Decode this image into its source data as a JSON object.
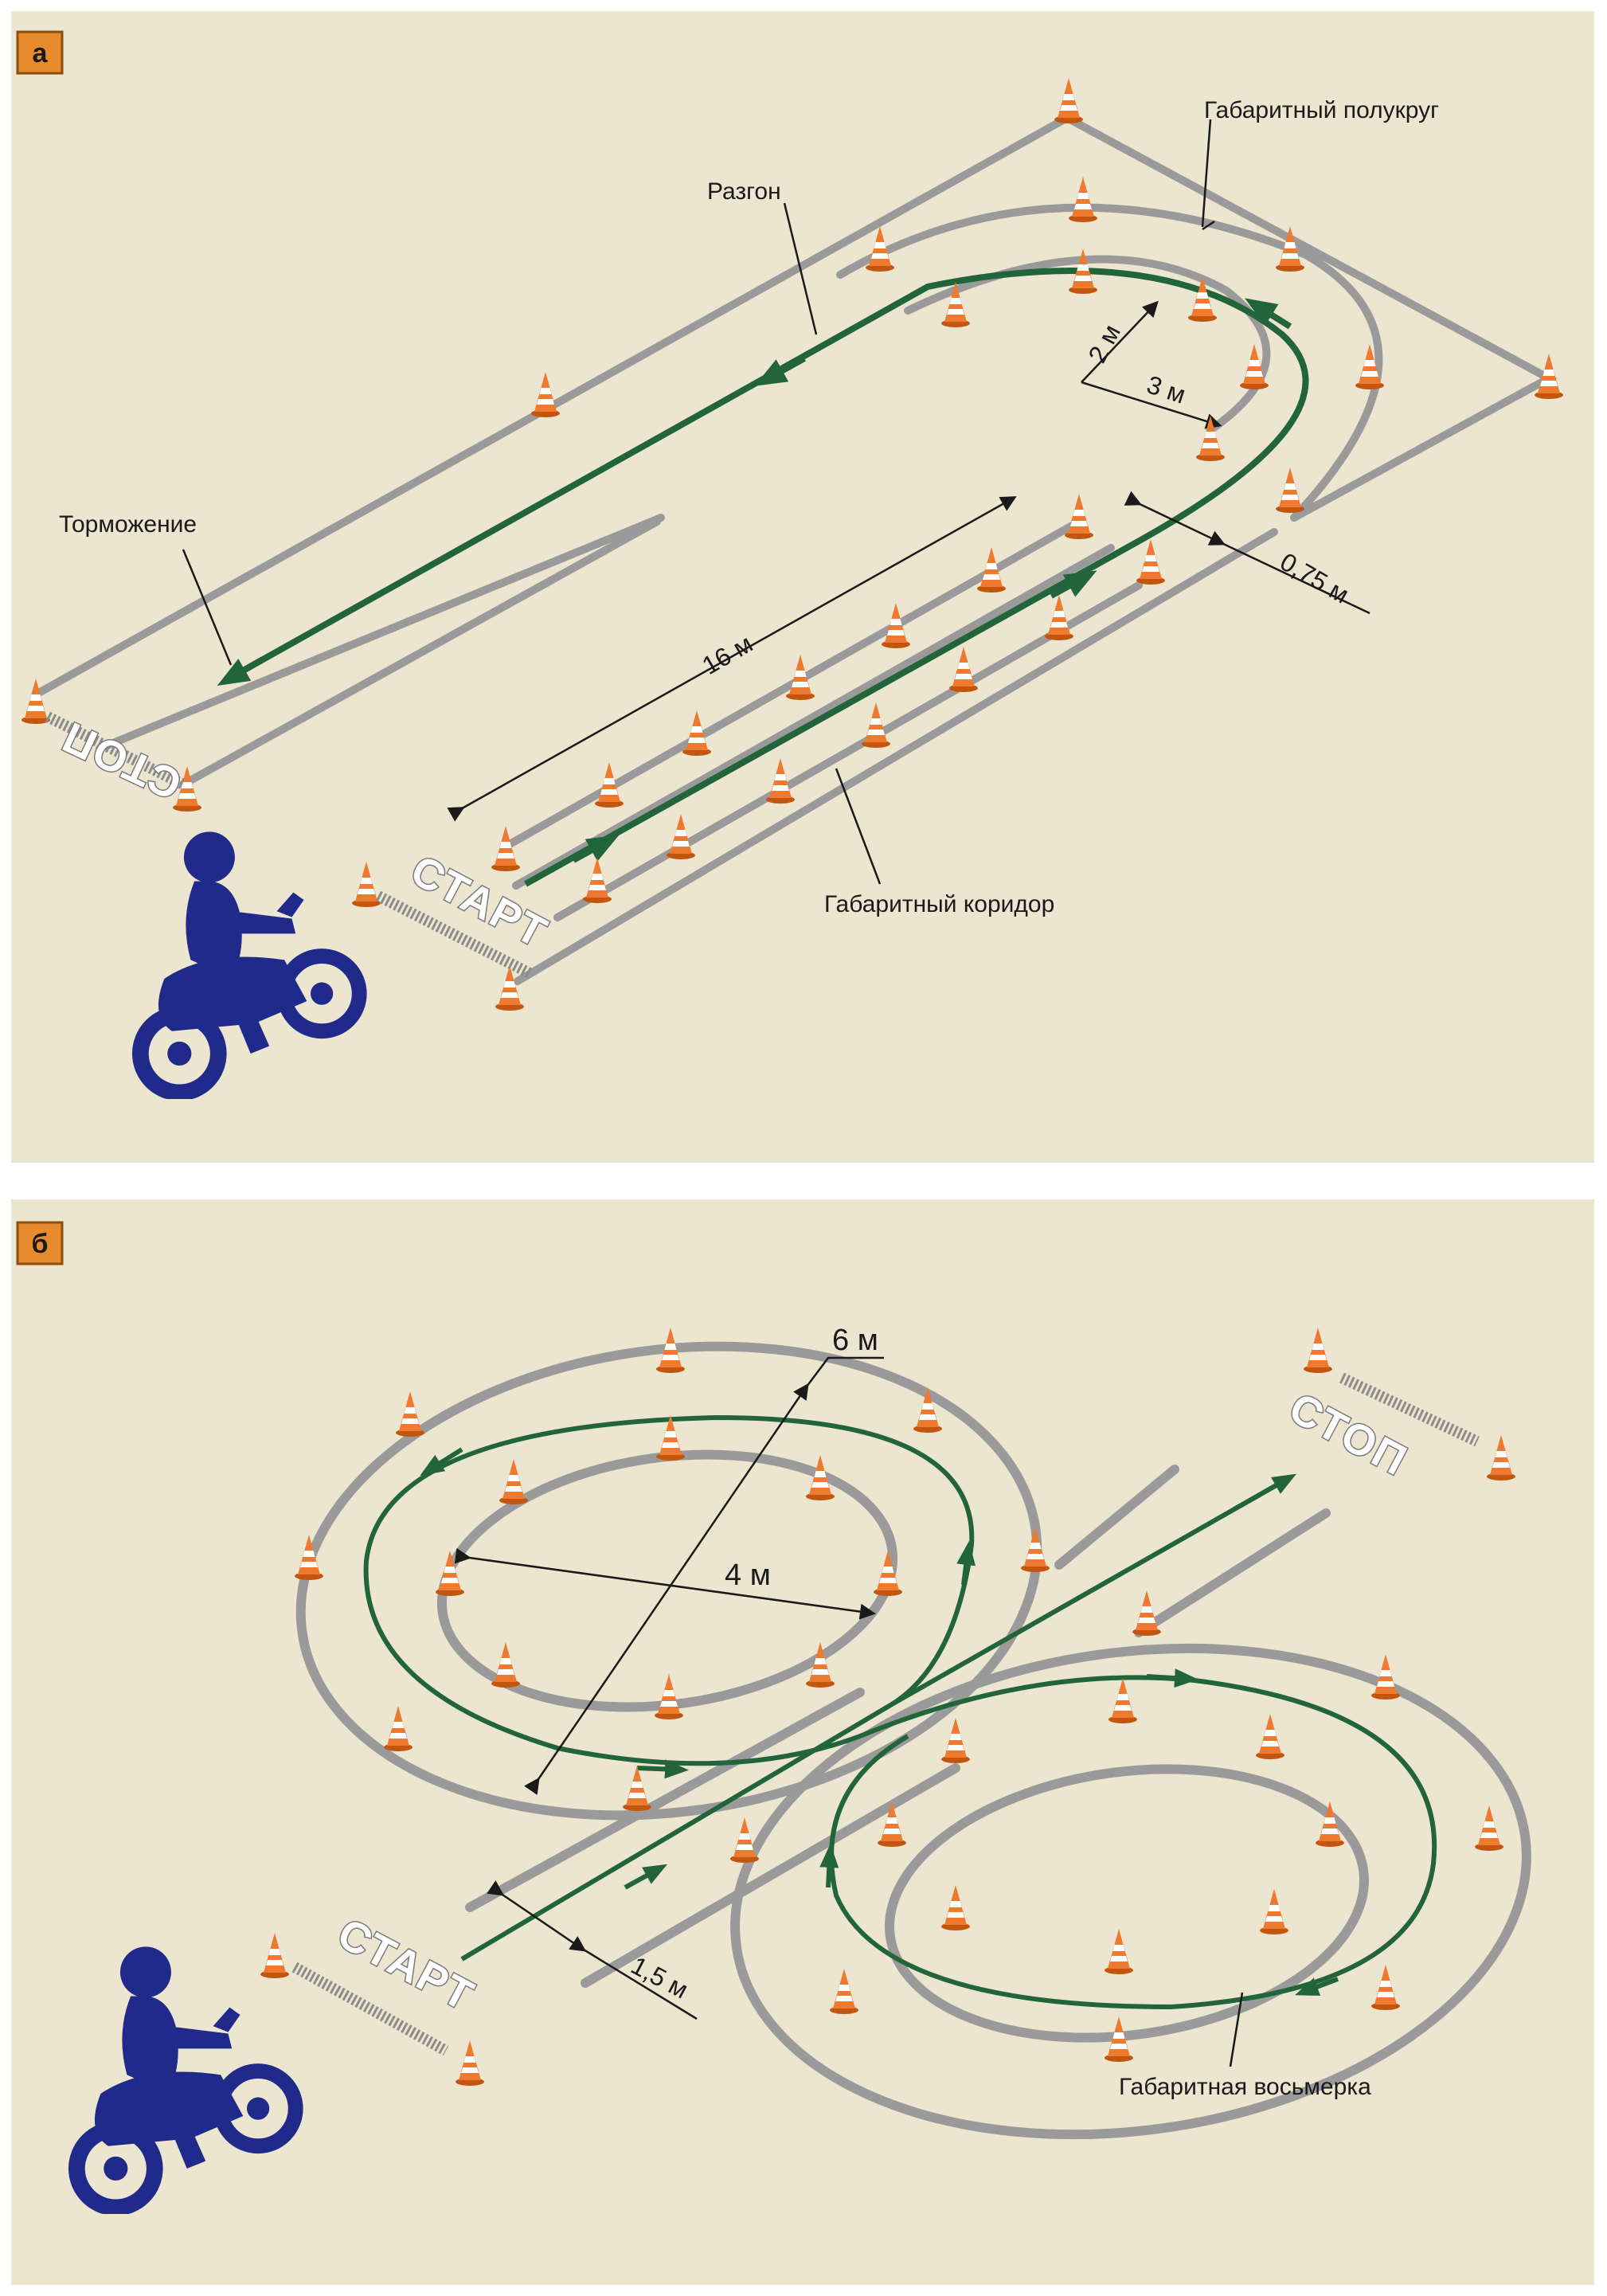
{
  "panel_a": {
    "badge": "а",
    "labels": {
      "semicircle": "Габаритный полукруг",
      "acceleration": "Разгон",
      "braking": "Торможение",
      "corridor": "Габаритный коридор",
      "dim_2m": "2 м",
      "dim_3m": "3 м",
      "dim_16m": "16 м",
      "dim_075m": "0,75 м",
      "stop": "СТОП",
      "start": "СТАРТ"
    }
  },
  "panel_b": {
    "badge": "б",
    "labels": {
      "dim_6m": "6 м",
      "dim_4m": "4 м",
      "dim_15m": "1,5 м",
      "stop": "СТОП",
      "start": "СТАРТ",
      "figure_eight": "Габаритная восьмерка"
    }
  },
  "colors": {
    "panel_bg": "#ece5cf",
    "track": "#9a9a9a",
    "route": "#23653a",
    "cone": "#e8722e",
    "rider": "#1f2a8a",
    "badge": "#e68a2c"
  }
}
